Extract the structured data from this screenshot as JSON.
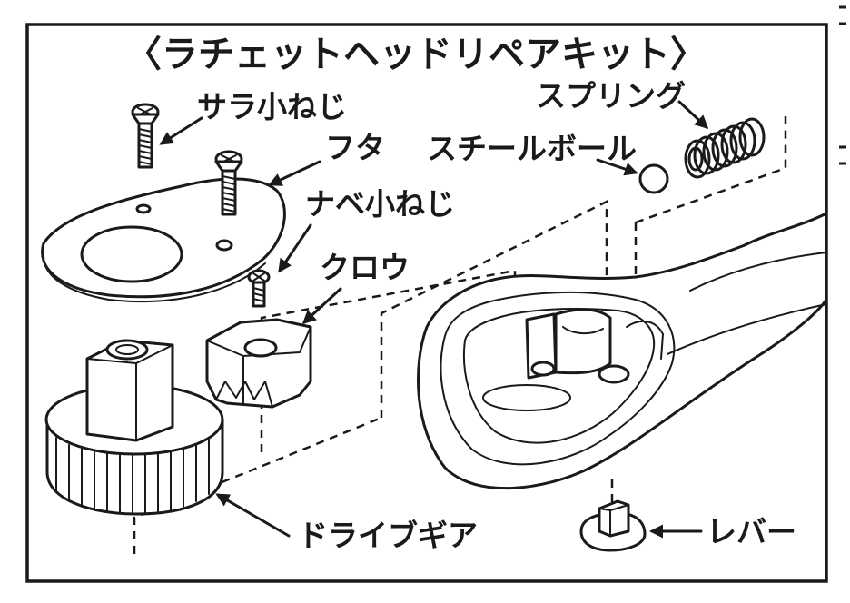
{
  "title": "〈ラチェットヘッドリペアキット〉",
  "labels": {
    "sara_screw": "サラ小ねじ",
    "cover": "フタ",
    "pan_screw": "ナベ小ねじ",
    "pawl": "クロウ",
    "drive_gear": "ドライブギア",
    "spring": "スプリング",
    "steel_ball": "スチールボール",
    "lever": "レバー"
  },
  "colors": {
    "ink": "#1a1a1a",
    "background": "#ffffff"
  }
}
